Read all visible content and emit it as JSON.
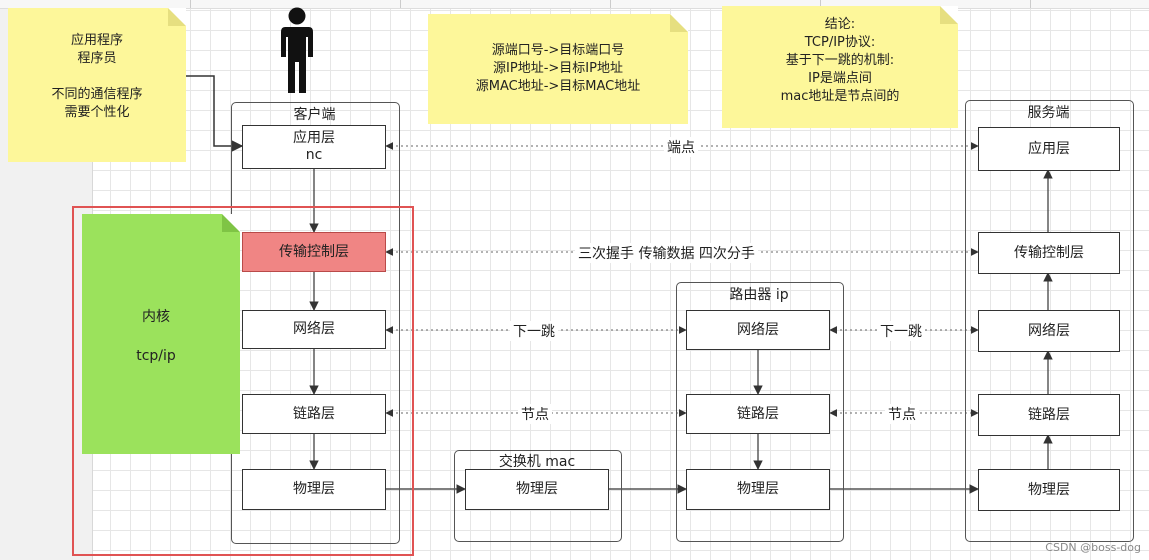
{
  "notes": {
    "developer": "应用程序\n程序员\n\n不同的通信程序\n需要个性化",
    "ports": "源端口号->目标端口号\n源IP地址->目标IP地址\n源MAC地址->目标MAC地址",
    "conclusion": "结论:\nTCP/IP协议:\n基于下一跳的机制:\nIP是端点间\nmac地址是节点间的"
  },
  "kernel": {
    "title": "内核",
    "subtitle": "tcp/ip"
  },
  "client": {
    "title": "客户端",
    "app_line1": "应用层",
    "app_line2": "nc",
    "transport": "传输控制层",
    "network": "网络层",
    "link": "链路层",
    "physical": "物理层"
  },
  "switch": {
    "title": "交换机  mac",
    "physical": "物理层"
  },
  "router": {
    "title": "路由器  ip",
    "network": "网络层",
    "link": "链路层",
    "physical": "物理层"
  },
  "server": {
    "title": "服务端",
    "app": "应用层",
    "transport": "传输控制层",
    "network": "网络层",
    "link": "链路层",
    "physical": "物理层"
  },
  "connectors": {
    "endpoint": "端点",
    "handshake": "三次握手 传输数据 四次分手",
    "next_hop_1": "下一跳",
    "next_hop_2": "下一跳",
    "node_1": "节点",
    "node_2": "节点"
  },
  "watermark": "CSDN @boss-dog",
  "colors": {
    "sticky": "#fdf79a",
    "kernel": "#9be25c",
    "transport_highlight": "#f08584",
    "frame": "#e05353"
  }
}
